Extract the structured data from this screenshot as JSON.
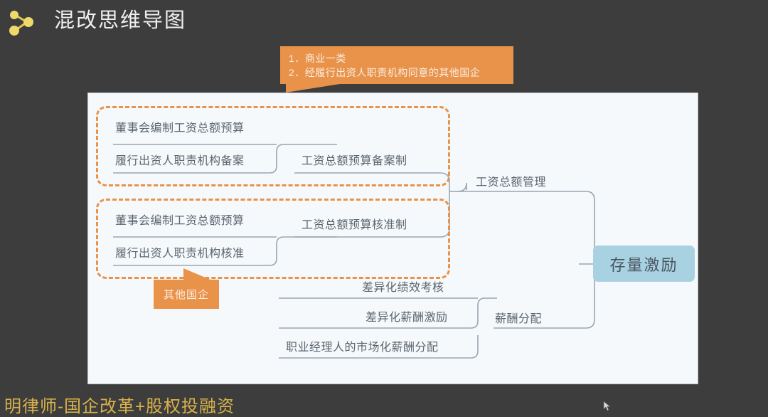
{
  "header": {
    "title": "混改思维导图",
    "icon": "share-nodes-icon"
  },
  "theme": {
    "background": "#3d3d3d",
    "canvas_background": "#f6f9fb",
    "accent_orange": "#e8924a",
    "root_node_blue": "#a8d2e2",
    "node_text": "#5b6570",
    "footer_text": "#d8b24a"
  },
  "callouts": {
    "top": {
      "line1": "1．商业一类",
      "line2": "2．经履行出资人职责机构同意的其他国企"
    },
    "other_soe": {
      "label": "其他国企"
    }
  },
  "mindmap": {
    "root": {
      "label": "存量激励"
    },
    "branches": [
      {
        "label": "工资总额管理",
        "children": [
          {
            "label": "工资总额预算备案制",
            "grouped": true,
            "children": [
              {
                "label": "董事会编制工资总额预算"
              },
              {
                "label": "履行出资人职责机构备案"
              }
            ]
          },
          {
            "label": "工资总额预算核准制",
            "grouped": true,
            "children": [
              {
                "label": "董事会编制工资总额预算"
              },
              {
                "label": "履行出资人职责机构核准"
              }
            ]
          }
        ]
      },
      {
        "label": "薪酬分配",
        "children": [
          {
            "label": "差异化绩效考核"
          },
          {
            "label": "差异化薪酬激励"
          },
          {
            "label": "职业经理人的市场化薪酬分配"
          }
        ]
      }
    ]
  },
  "footer": {
    "text": "明律师-国企改革+股权投融资"
  }
}
